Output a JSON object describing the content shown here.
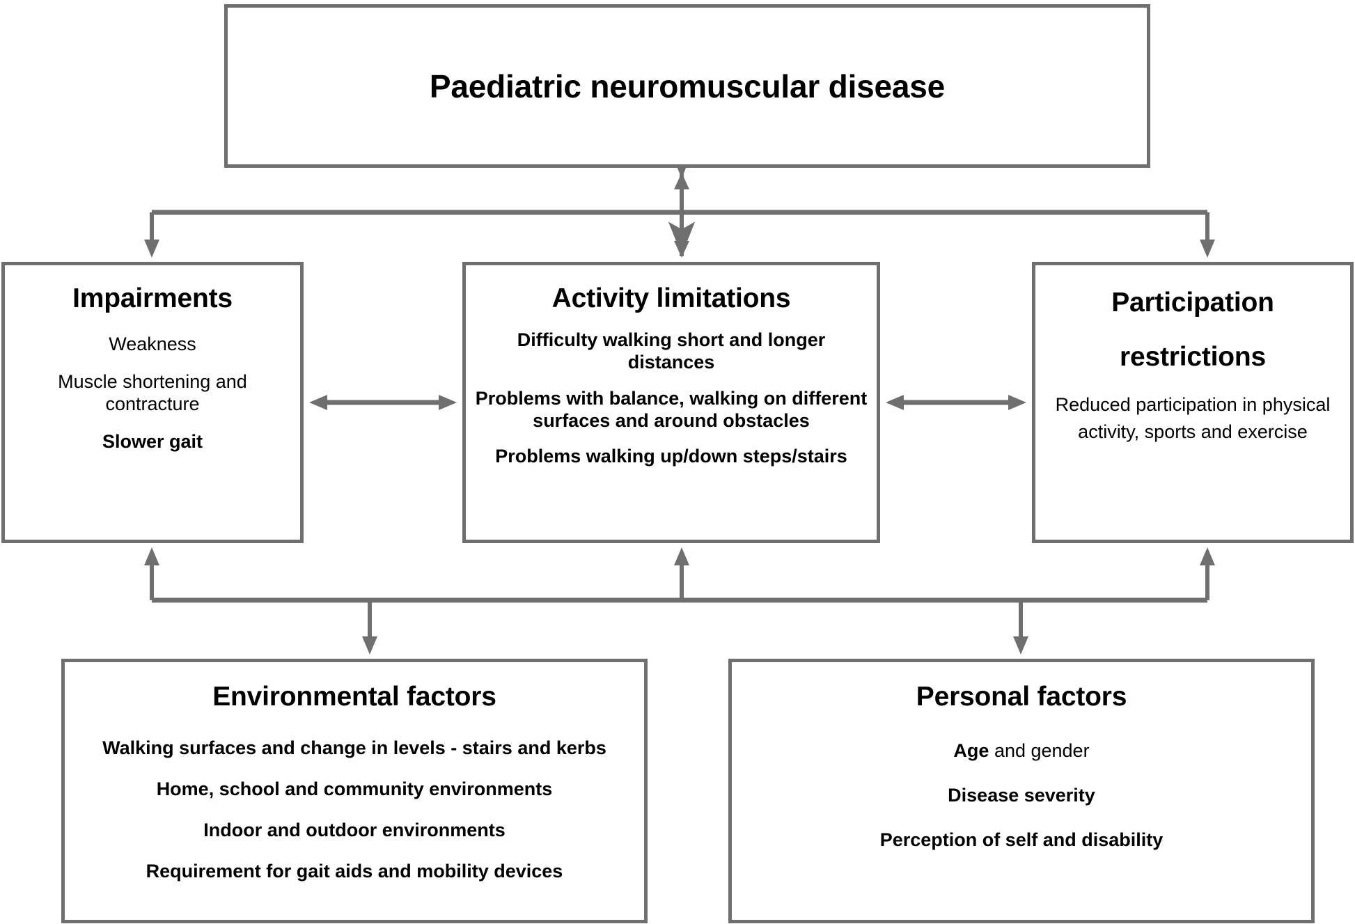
{
  "diagram": {
    "title": "Paediatric neuromuscular disease ICF framework",
    "stroke_color": "#6f6f6f",
    "text_color": "#000000",
    "background": "#ffffff"
  },
  "root": {
    "title": "Paediatric neuromuscular disease"
  },
  "impairments": {
    "title": "Impairments",
    "lines": [
      {
        "text": "Weakness",
        "weight": "regular"
      },
      {
        "text": "Muscle shortening and contracture",
        "weight": "regular"
      },
      {
        "text": "Slower gait",
        "weight": "bold"
      }
    ]
  },
  "activity": {
    "title": "Activity limitations",
    "lines": [
      {
        "text": "Difficulty walking short and longer distances",
        "weight": "bold"
      },
      {
        "text": "Problems with balance, walking on different surfaces and around obstacles",
        "weight": "bold"
      },
      {
        "text": "Problems walking up/down steps/stairs",
        "weight": "bold"
      }
    ]
  },
  "participation": {
    "title_line_1": "Participation",
    "title_line_2": "restrictions",
    "lines": [
      {
        "text": "Reduced participation in physical activity, sports and exercise",
        "weight": "regular"
      }
    ]
  },
  "environmental": {
    "title": "Environmental factors",
    "lines": [
      {
        "text": "Walking surfaces and change in levels - stairs and kerbs",
        "weight": "bold"
      },
      {
        "text": "Home, school and community environments",
        "weight": "bold"
      },
      {
        "text": "Indoor and outdoor environments",
        "weight": "bold"
      },
      {
        "text": "Requirement for gait aids and mobility devices",
        "weight": "bold"
      }
    ]
  },
  "personal": {
    "title": "Personal factors",
    "lines": [
      {
        "text_bold": "Age",
        "text_regular": " and gender",
        "weight": "mixed"
      },
      {
        "text": "Disease severity",
        "weight": "bold"
      },
      {
        "text": "Perception of self and disability",
        "weight": "bold"
      }
    ]
  },
  "connectors": [
    {
      "name": "root-to-activity",
      "style": "double-arrow-vertical"
    },
    {
      "name": "root-bus-to-impairments",
      "style": "single-arrow-down"
    },
    {
      "name": "root-bus-to-participation",
      "style": "single-arrow-down"
    },
    {
      "name": "impairments-activity",
      "style": "double-arrow-horizontal"
    },
    {
      "name": "activity-participation",
      "style": "double-arrow-horizontal"
    },
    {
      "name": "bus-to-impairments-up",
      "style": "single-arrow-up"
    },
    {
      "name": "bus-to-activity-up",
      "style": "single-arrow-up"
    },
    {
      "name": "bus-to-participation-up",
      "style": "single-arrow-up"
    },
    {
      "name": "bus-to-environmental-down",
      "style": "single-arrow-down"
    },
    {
      "name": "bus-to-personal-down",
      "style": "single-arrow-down"
    }
  ]
}
